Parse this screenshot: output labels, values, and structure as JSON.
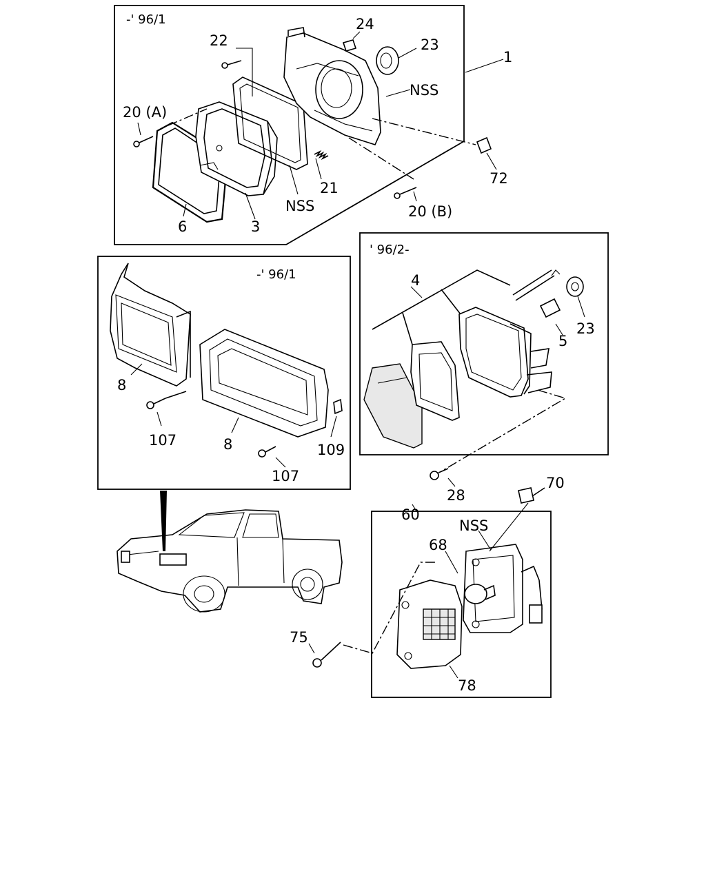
{
  "panels": {
    "headlamp_early": {
      "date_label": "-' 96/1"
    },
    "grille_early": {
      "date_label": "-' 96/1"
    },
    "headlamp_late": {
      "date_label": "' 96/2-"
    }
  },
  "callouts": {
    "c1": "1",
    "c3": "3",
    "c6": "6",
    "c20a": "20 (A)",
    "c20b": "20 (B)",
    "c21": "21",
    "c22": "22",
    "c23a": "23",
    "c24": "24",
    "c72": "72",
    "nss1": "NSS",
    "nss2": "NSS",
    "c8a": "8",
    "c8b": "8",
    "c107a": "107",
    "c107b": "107",
    "c109": "109",
    "c4": "4",
    "c5": "5",
    "c23b": "23",
    "c28": "28",
    "c60": "60",
    "c70": "70",
    "c68": "68",
    "nss3": "NSS",
    "c75": "75",
    "c78": "78"
  }
}
